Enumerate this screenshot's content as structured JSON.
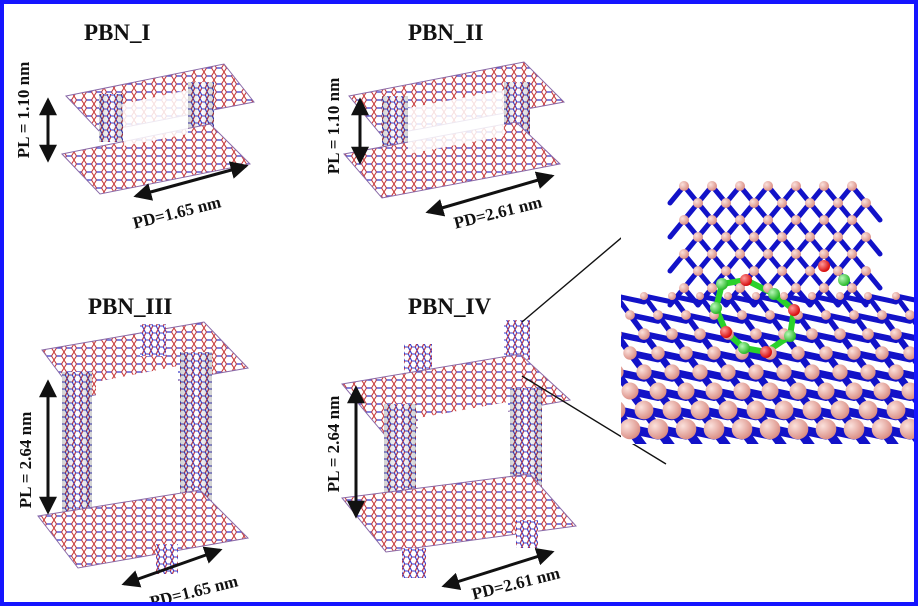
{
  "colors": {
    "border": "#1515ff",
    "lattice_red": "#c83a3a",
    "lattice_blue": "#3a3ac8",
    "zoom_blue": "#1212c8",
    "zoom_pink": "#e6a39a",
    "zoom_green": "#2ad12a",
    "zoom_red": "#ee1a1a"
  },
  "panels": [
    {
      "name": "PBN_I",
      "pl": "PL = 1.10 nm",
      "pd": "PD=1.65 nm"
    },
    {
      "name": "PBN_II",
      "pl": "PL = 1.10 nm",
      "pd": "PD=2.61 nm"
    },
    {
      "name": "PBN_III",
      "pl": "PL = 2.64 nm",
      "pd": "PD=1.65 nm"
    },
    {
      "name": "PBN_IV",
      "pl": "PL = 2.64 nm",
      "pd": "PD=2.61 nm"
    }
  ]
}
